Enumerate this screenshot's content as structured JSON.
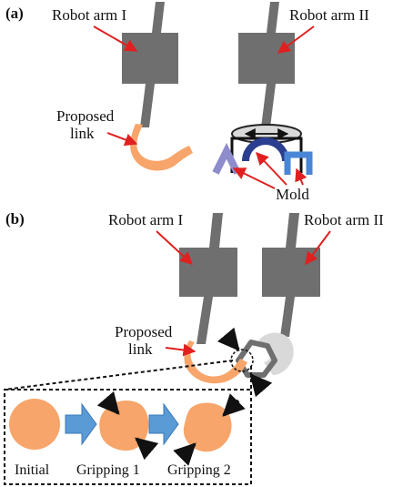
{
  "panels": {
    "a": {
      "label": "(a)",
      "robot_arm_1": "Robot arm I",
      "robot_arm_2": "Robot arm II",
      "proposed_link_line1": "Proposed",
      "proposed_link_line2": "link",
      "mold": "Mold"
    },
    "b": {
      "label": "(b)",
      "robot_arm_1": "Robot arm I",
      "robot_arm_2": "Robot arm II",
      "proposed_link_line1": "Proposed",
      "proposed_link_line2": "link",
      "steps": [
        "Initial",
        "Gripping 1",
        "Gripping 2"
      ]
    }
  },
  "colors": {
    "arm_gray": "#6f6f6f",
    "link_orange": "#f7a56a",
    "flow_arrow_blue": "#5b9bd5",
    "callout_red": "#e02020",
    "mold_purple": "#8e8ccc",
    "mold_navy": "#2b3e8f",
    "mold_blue": "#4a86d6",
    "gripper_light": "#d9d9d9"
  }
}
